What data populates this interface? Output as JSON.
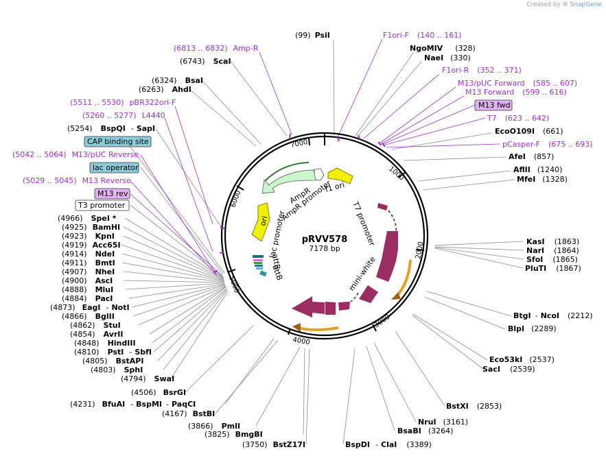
{
  "watermark": {
    "created_by": "Created by",
    "brand": "SnapGene"
  },
  "plasmid": {
    "name": "pRVV578",
    "size": "7178 bp"
  },
  "ticks": [
    "1000",
    "2000",
    "3000",
    "4000",
    "5000",
    "6000",
    "7000"
  ],
  "features": {
    "f1_ori": "f1 ori",
    "ampr": "AmpR",
    "ampr_promoter": "AmpR promoter",
    "ori": "ori",
    "lac_promoter": "lac promoter",
    "attb1": "attB",
    "attb2": "attB",
    "t7_promoter": "T7 promoter",
    "mini_white": "mini-white"
  },
  "sites_top": [
    {
      "pos": "(99)",
      "name": "PsiI"
    },
    {
      "name": "NgoMIV",
      "pos": "(328)"
    },
    {
      "name": "NaeI",
      "pos": "(330)"
    },
    {
      "name": "EcoO109I",
      "pos": "(661)"
    },
    {
      "name": "AfeI",
      "pos": "(857)"
    },
    {
      "name": "AflII",
      "pos": "(1240)"
    },
    {
      "name": "MfeI",
      "pos": "(1328)"
    }
  ],
  "sites_right": [
    {
      "name": "KasI",
      "pos": "(1863)"
    },
    {
      "name": "NarI",
      "pos": "(1864)"
    },
    {
      "name": "SfoI",
      "pos": "(1865)"
    },
    {
      "name": "PluTI",
      "pos": "(1867)"
    },
    {
      "name": "BtgI",
      "name2": "NcoI",
      "pos": "(2212)"
    },
    {
      "name": "BlpI",
      "pos": "(2289)"
    },
    {
      "name": "Eco53kI",
      "pos": "(2537)"
    },
    {
      "name": "SacI",
      "pos": "(2539)"
    },
    {
      "name": "BstXI",
      "pos": "(2853)"
    },
    {
      "name": "NruI",
      "pos": "(3161)"
    },
    {
      "name": "BsaBI",
      "pos": "(3264)"
    },
    {
      "name": "BspDI",
      "name2": "ClaI",
      "pos": "(3389)"
    }
  ],
  "sites_bottom_left": [
    {
      "pos": "(3750)",
      "name": "BstZ17I"
    },
    {
      "pos": "(3825)",
      "name": "BmgBI"
    },
    {
      "pos": "(3866)",
      "name": "PmlI"
    },
    {
      "pos": "(4167)",
      "name": "BstBI"
    },
    {
      "pos": "(4231)",
      "name": "BfuAI",
      "name2": "BspMI",
      "name3": "PaqCI"
    },
    {
      "pos": "(4506)",
      "name": "BsrGI"
    }
  ],
  "sites_left": [
    {
      "pos": "(4966)",
      "name": "SpeI *"
    },
    {
      "pos": "(4925)",
      "name": "BamHI"
    },
    {
      "pos": "(4923)",
      "name": "KpnI"
    },
    {
      "pos": "(4919)",
      "name": "Acc65I"
    },
    {
      "pos": "(4914)",
      "name": "NdeI"
    },
    {
      "pos": "(4911)",
      "name": "BmtI"
    },
    {
      "pos": "(4907)",
      "name": "NheI"
    },
    {
      "pos": "(4900)",
      "name": "AscI"
    },
    {
      "pos": "(4888)",
      "name": "MluI"
    },
    {
      "pos": "(4884)",
      "name": "PacI"
    },
    {
      "pos": "(4873)",
      "name": "EagI",
      "name2": "NotI"
    },
    {
      "pos": "(4866)",
      "name": "BglII"
    },
    {
      "pos": "(4862)",
      "name": "StuI"
    },
    {
      "pos": "(4854)",
      "name": "AvrII"
    },
    {
      "pos": "(4848)",
      "name": "HindIII"
    },
    {
      "pos": "(4810)",
      "name": "PstI",
      "name2": "SbfI"
    },
    {
      "pos": "(4805)",
      "name": "BstAPI"
    },
    {
      "pos": "(4803)",
      "name": "SphI"
    },
    {
      "pos": "(4794)",
      "name": "SwaI"
    }
  ],
  "sites_upper_left": [
    {
      "pos": "(6743)",
      "name": "ScaI"
    },
    {
      "pos": "(6324)",
      "name": "BsaI"
    },
    {
      "pos": "(6263)",
      "name": "AhdI"
    },
    {
      "pos": "(5254)",
      "name": "BspQI",
      "name2": "SapI"
    }
  ],
  "primers": [
    {
      "name": "F1ori-F",
      "range": "(140 .. 161)"
    },
    {
      "name": "F1ori-R",
      "range": "(352 .. 371)"
    },
    {
      "name": "M13/pUC Forward",
      "range": "(585 .. 607)"
    },
    {
      "name": "M13 Forward",
      "range": "(599 .. 616)"
    },
    {
      "name": "T7",
      "range": "(623 .. 642)"
    },
    {
      "name": "pCasper-F",
      "range": "(675 .. 693)"
    },
    {
      "range": "(6813 .. 6832)",
      "name": "Amp-R"
    },
    {
      "range": "(5511 .. 5530)",
      "name": "pBR322ori-F"
    },
    {
      "range": "(5260 .. 5277)",
      "name": "L4440"
    },
    {
      "range": "(5042 .. 5064)",
      "name": "M13/pUC Reverse"
    },
    {
      "range": "(5029 .. 5045)",
      "name": "M13 Reverse"
    }
  ],
  "boxes": {
    "m13_fwd": "M13 fwd",
    "cap": "CAP binding site",
    "lac_op": "lac operator",
    "m13_rev": "M13 rev",
    "t3": "T3 promoter"
  },
  "colors": {
    "primer": "#9b30c8",
    "ampr": "#ccf5cc",
    "ori": "#f0f000",
    "mini_white": "#9c2d62",
    "f1ori": "#f0f000",
    "promoter_box": "#e6f5e6",
    "cap_box": "#8ecbd8",
    "m13_box": "#e0b3f0",
    "tick_arrow": "#e4a020"
  }
}
